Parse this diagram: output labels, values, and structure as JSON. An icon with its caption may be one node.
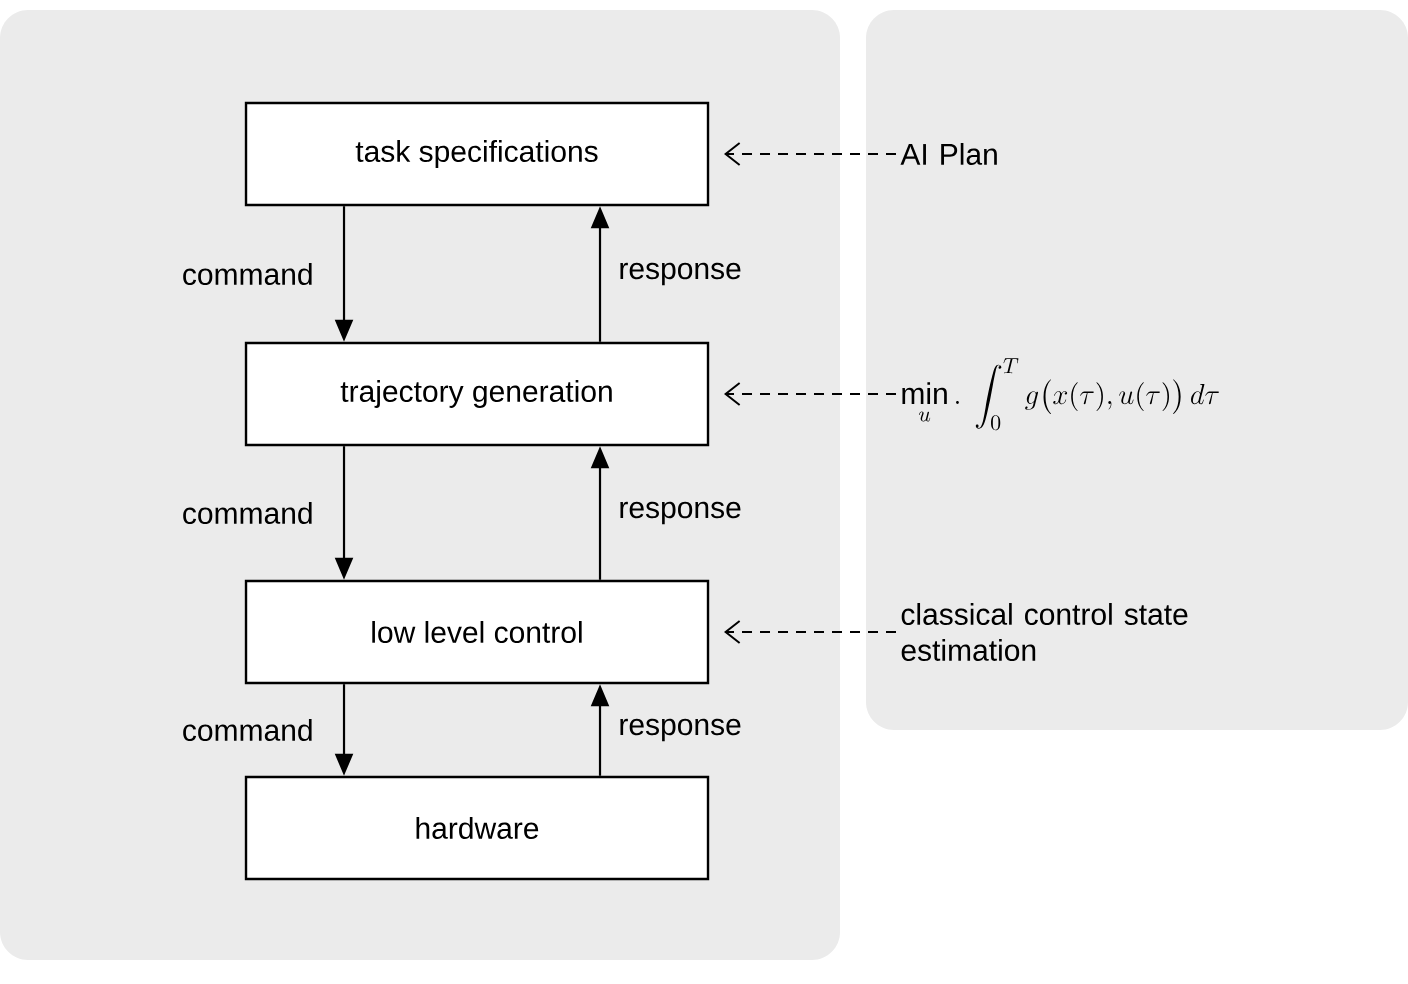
{
  "diagram": {
    "nodes": [
      {
        "text": [
          "task specifications"
        ]
      },
      {
        "text": [
          "trajectory generation"
        ]
      },
      {
        "text": [
          "low level control"
        ]
      },
      {
        "text": [
          "hardware"
        ]
      },
      {
        "text": [
          "AI Plan"
        ]
      },
      {
        "text": [
          "\\min_{u}.\\; \\int_0^T g\\big(x(\\tau), u(\\tau)\\big)\\, d\\tau"
        ]
      },
      {
        "text": [
          "classical control state estimation"
        ]
      }
    ],
    "edges": [
      {
        "from": 0,
        "to": 1,
        "arrow": "to",
        "label": "command"
      },
      {
        "from": 1,
        "to": 0,
        "arrow": "to",
        "label": "response"
      },
      {
        "from": 1,
        "to": 2,
        "arrow": "to",
        "label": "command"
      },
      {
        "from": 2,
        "to": 1,
        "arrow": "to",
        "label": "response"
      },
      {
        "from": 2,
        "to": 3,
        "arrow": "to",
        "label": "command"
      },
      {
        "from": 3,
        "to": 2,
        "arrow": "to",
        "label": "response"
      },
      {
        "from": 4,
        "to": 0,
        "arrow": "to",
        "style": "dashed"
      },
      {
        "from": 5,
        "to": 1,
        "arrow": "to",
        "style": "dashed"
      },
      {
        "from": 6,
        "to": 2,
        "arrow": "to",
        "style": "dashed"
      }
    ]
  }
}
